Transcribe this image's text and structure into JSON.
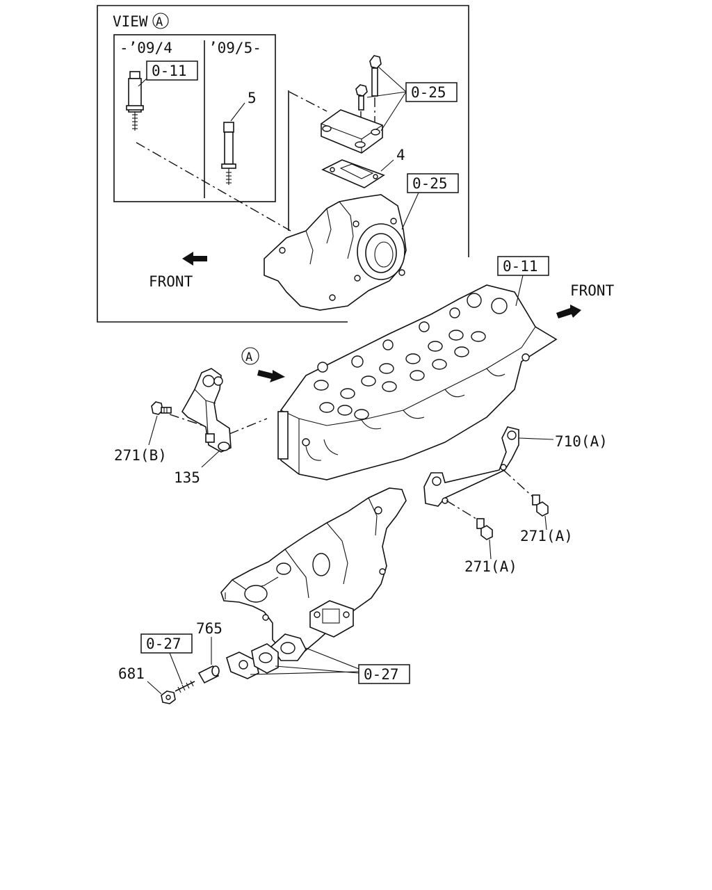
{
  "view": {
    "title": "VIEW",
    "letter": "A"
  },
  "period": {
    "before": "-’09/4",
    "after": "’09/5-"
  },
  "front_label": "FRONT",
  "view_marker": "A",
  "callouts": {
    "ref_0_11_view": "0-11",
    "ref_0_25_bolts": "0-25",
    "ref_0_25_housing": "0-25",
    "ref_0_11_head": "0-11",
    "ref_0_27_stud": "0-27",
    "ref_0_27_gaskets": "0-27",
    "part_5": "5",
    "part_4": "4",
    "part_271B": "271(B)",
    "part_135": "135",
    "part_710A": "710(A)",
    "part_271A_1": "271(A)",
    "part_271A_2": "271(A)",
    "part_765": "765",
    "part_681": "681"
  }
}
